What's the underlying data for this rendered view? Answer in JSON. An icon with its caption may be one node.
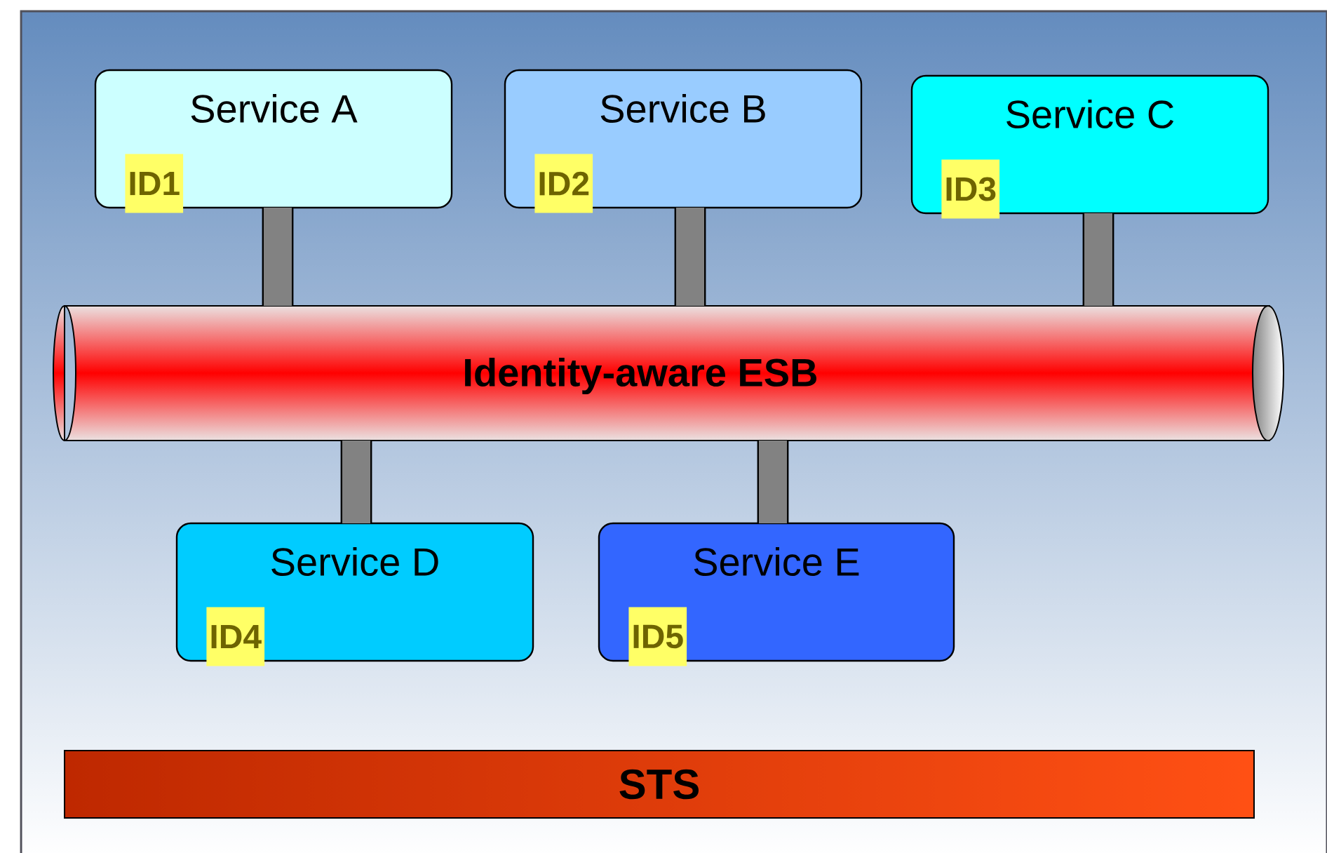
{
  "diagram": {
    "nodes": [
      {
        "text": [
          "Service A",
          "ID1"
        ]
      },
      {
        "text": [
          "Service B",
          "ID2"
        ]
      },
      {
        "text": [
          "Service C",
          "ID3"
        ]
      },
      {
        "text": [
          "Service D",
          "ID4"
        ]
      },
      {
        "text": [
          "Service E",
          "ID5"
        ]
      },
      {
        "text": [
          "Identity-aware ESB"
        ]
      },
      {
        "text": [
          "STS"
        ]
      }
    ],
    "edges": [
      {
        "from": 0,
        "to": 5,
        "arrow": "none"
      },
      {
        "from": 1,
        "to": 5,
        "arrow": "none"
      },
      {
        "from": 2,
        "to": 5,
        "arrow": "none"
      },
      {
        "from": 5,
        "to": 3,
        "arrow": "none"
      },
      {
        "from": 5,
        "to": 4,
        "arrow": "none"
      }
    ]
  }
}
